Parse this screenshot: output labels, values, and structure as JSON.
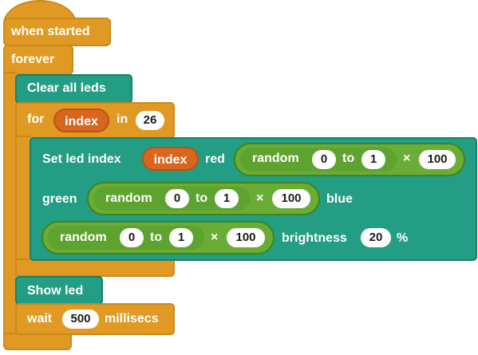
{
  "blocks": {
    "event": {
      "label": "when started"
    },
    "forever": {
      "label": "forever"
    },
    "clear": {
      "label": "Clear all leds"
    },
    "for_loop": {
      "kw_for": "for",
      "var": "index",
      "kw_in": "in",
      "count": "26"
    },
    "set_led": {
      "prefix": "Set led index",
      "index_var": "index",
      "red_label": "red",
      "green_label": "green",
      "blue_label": "blue",
      "brightness_label": "brightness",
      "brightness_value": "20",
      "percent": "%",
      "red_expr": {
        "random_label": "random",
        "from": "0",
        "to_label": "to",
        "to": "1",
        "times": "×",
        "factor": "100"
      },
      "green_expr": {
        "random_label": "random",
        "from": "0",
        "to_label": "to",
        "to": "1",
        "times": "×",
        "factor": "100"
      },
      "blue_expr": {
        "random_label": "random",
        "from": "0",
        "to_label": "to",
        "to": "1",
        "times": "×",
        "factor": "100"
      }
    },
    "show": {
      "label": "Show led"
    },
    "wait": {
      "kw_wait": "wait",
      "value": "500",
      "unit": "millisecs"
    }
  },
  "colors": {
    "control": "#e09a23",
    "led": "#239d83",
    "operator": "#6aac36",
    "variable": "#d8661f"
  }
}
